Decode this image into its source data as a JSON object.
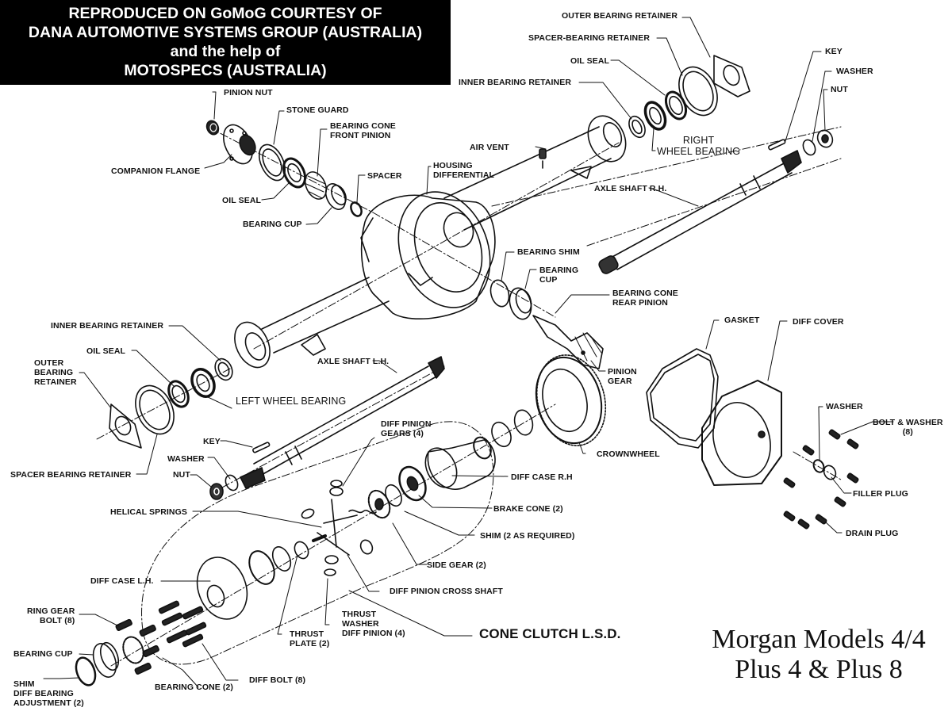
{
  "credit_banner": {
    "lines": [
      "REPRODUCED ON GoMoG COURTESY OF",
      "DANA AUTOMOTIVE SYSTEMS  GROUP (AUSTRALIA)",
      "and the help of",
      "MOTOSPECS (AUSTRALIA)"
    ]
  },
  "diagram": {
    "subject": "Rear axle / cone clutch limited slip differential — exploded view",
    "model_caption": [
      "Morgan Models 4/4",
      "Plus 4 & Plus 8"
    ],
    "assembly_title": "CONE CLUTCH L.S.D.",
    "labels": {
      "pinion_nut": "PINION NUT",
      "stone_guard": "STONE GUARD",
      "bearing_cone_front_pinion": [
        "BEARING CONE",
        "FRONT PINION"
      ],
      "companion_flange": "COMPANION FLANGE",
      "oil_seal_front": "OIL SEAL",
      "spacer": "SPACER",
      "bearing_cup_front": "BEARING CUP",
      "housing_differential": [
        "HOUSING",
        "DIFFERENTIAL"
      ],
      "air_vent": "AIR VENT",
      "outer_bearing_retainer_r": "OUTER BEARING RETAINER",
      "spacer_bearing_retainer_r": "SPACER-BEARING RETAINER",
      "oil_seal_r": "OIL SEAL",
      "inner_bearing_retainer_r": "INNER BEARING RETAINER",
      "right_wheel_bearing": [
        "RIGHT",
        "WHEEL BEARING"
      ],
      "key_r": "KEY",
      "washer_r": "WASHER",
      "nut_r": "NUT",
      "axle_shaft_rh": "AXLE SHAFT R.H.",
      "bearing_shim": "BEARING SHIM",
      "bearing_cup_rear": [
        "BEARING",
        "CUP"
      ],
      "bearing_cone_rear_pinion": [
        "BEARING CONE",
        "REAR PINION"
      ],
      "pinion_gear": [
        "PINION",
        "GEAR"
      ],
      "gasket": "GASKET",
      "diff_cover": "DIFF COVER",
      "inner_bearing_retainer_l": "INNER BEARING RETAINER",
      "oil_seal_l": "OIL SEAL",
      "outer_bearing_retainer_l": [
        "OUTER",
        "BEARING",
        "RETAINER"
      ],
      "left_wheel_bearing": "LEFT WHEEL BEARING",
      "axle_shaft_lh": "AXLE SHAFT L.H.",
      "spacer_bearing_retainer_l": "SPACER BEARING RETAINER",
      "key_l": "KEY",
      "washer_l": "WASHER",
      "nut_l": "NUT",
      "crownwheel": "CROWNWHEEL",
      "diff_pinion_gears": [
        "DIFF PINION",
        "GEARS (4)"
      ],
      "diff_case_rh": "DIFF CASE R.H",
      "brake_cone": "BRAKE CONE (2)",
      "shim_as_required": "SHIM (2 AS REQUIRED)",
      "side_gear": "SIDE GEAR (2)",
      "diff_pinion_cross_shaft": "DIFF PINION CROSS SHAFT",
      "helical_springs": "HELICAL SPRINGS",
      "diff_case_lh": "DIFF CASE L.H.",
      "ring_gear_bolt": [
        "RING GEAR",
        "BOLT (8)"
      ],
      "bearing_cup_diff": "BEARING CUP",
      "shim_diff_bearing": [
        "SHIM",
        "DIFF BEARING",
        "ADJUSTMENT  (2)"
      ],
      "bearing_cone_diff": "BEARING CONE (2)",
      "diff_bolt": "DIFF BOLT (8)",
      "thrust_plate": [
        "THRUST",
        "PLATE (2)"
      ],
      "thrust_washer": [
        "THRUST",
        "WASHER",
        "DIFF PINION (4)"
      ],
      "washer_cover": "WASHER",
      "bolt_washer": [
        "BOLT & WASHER",
        "(8)"
      ],
      "filler_plug": "FILLER PLUG",
      "drain_plug": "DRAIN PLUG"
    }
  },
  "colors": {
    "ink": "#111111",
    "paper": "#ffffff",
    "banner_bg": "#000000",
    "banner_text": "#ffffff"
  }
}
